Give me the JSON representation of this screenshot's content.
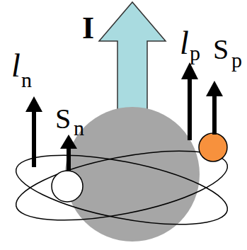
{
  "diagram": {
    "labels": [
      "I",
      "l",
      "n",
      "S",
      "n",
      "l",
      "p",
      "S",
      "p"
    ]
  }
}
